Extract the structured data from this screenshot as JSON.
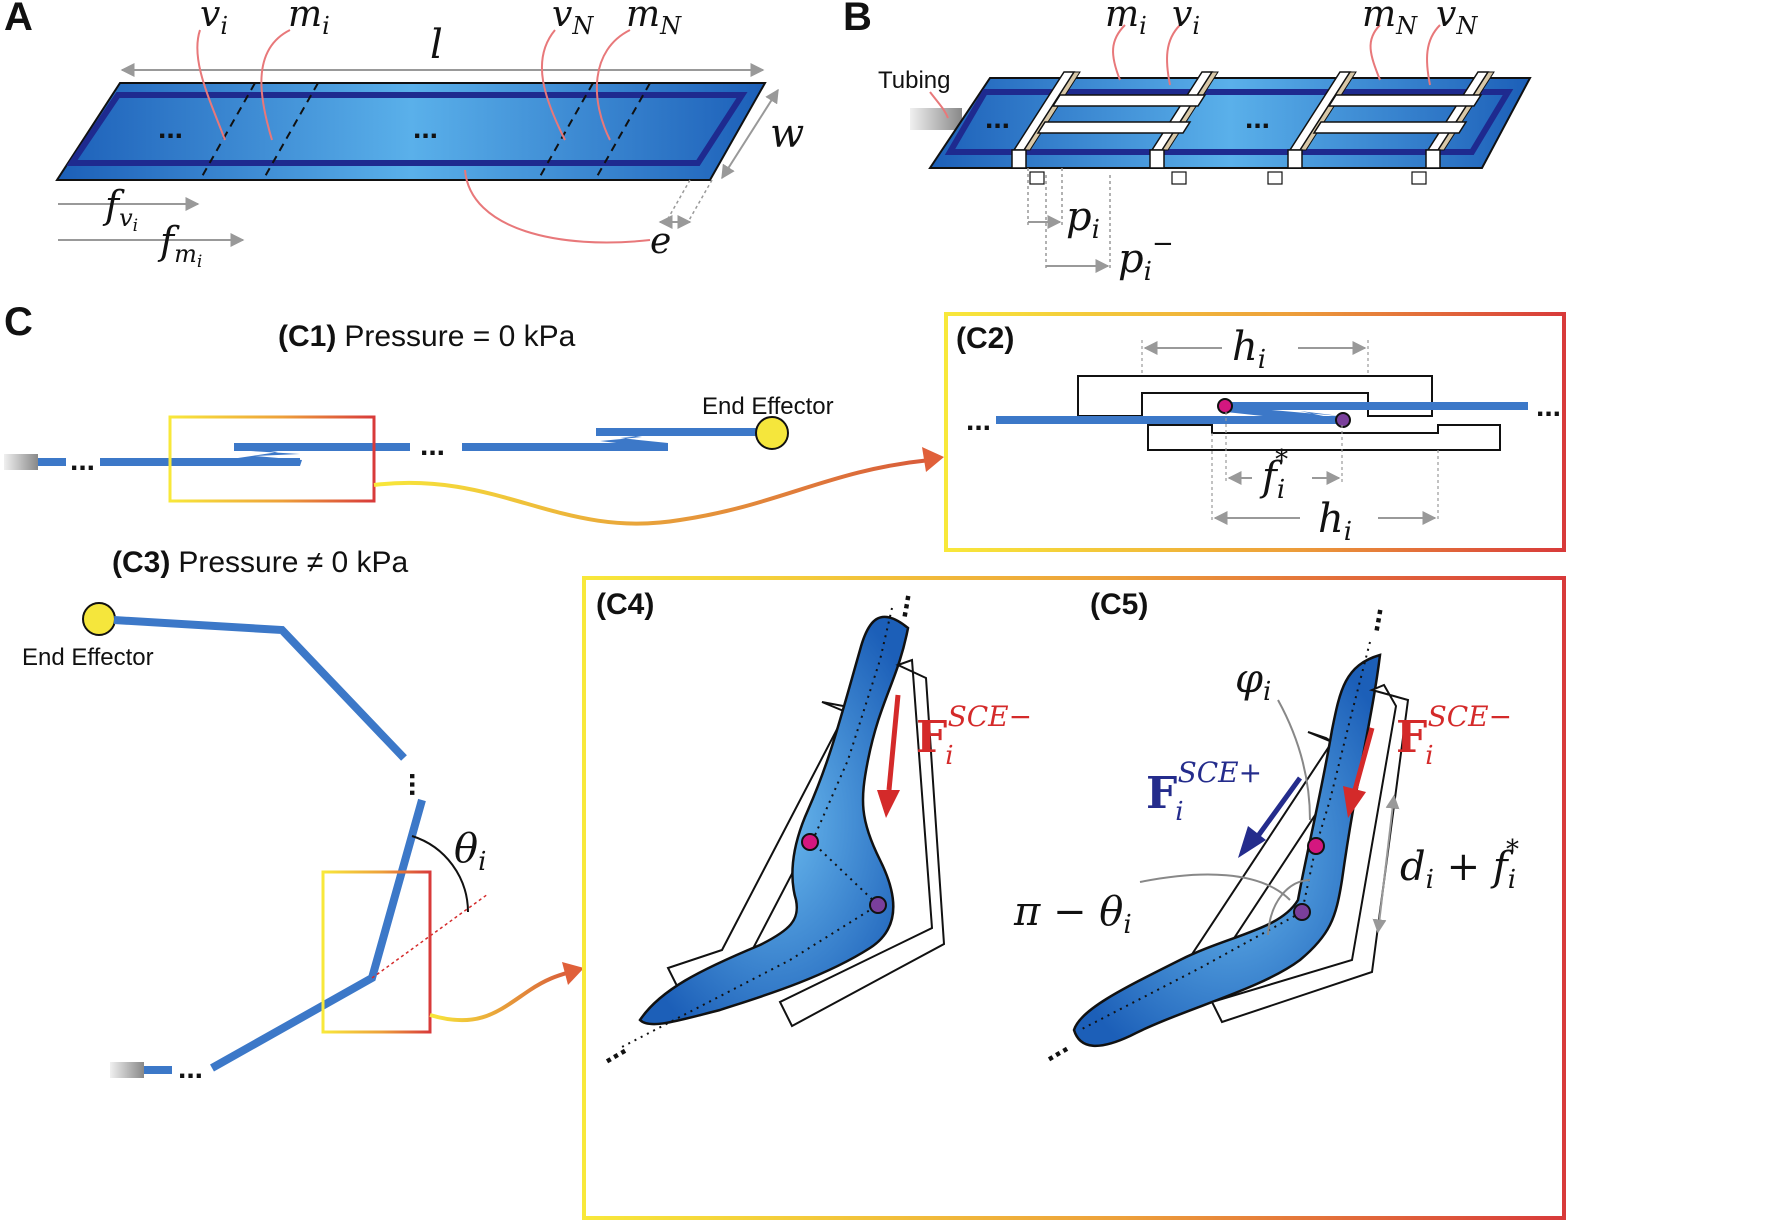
{
  "panels": {
    "a": "A",
    "b": "B",
    "c": "C"
  },
  "panel_a": {
    "v_i": "v",
    "v_i_sub": "i",
    "m_i": "m",
    "m_i_sub": "i",
    "v_N": "v",
    "v_N_sub": "N",
    "m_N": "m",
    "m_N_sub": "N",
    "l": "l",
    "w": "w",
    "e": "e",
    "f_v": "f",
    "f_v_sub": "v",
    "f_v_subsub": "i",
    "f_m": "f",
    "f_m_sub": "m",
    "f_m_subsub": "i",
    "dots_left": "...",
    "dots_mid": "..."
  },
  "panel_b": {
    "tubing": "Tubing",
    "m_i": "m",
    "m_i_sub": "i",
    "v_i": "v",
    "v_i_sub": "i",
    "m_N": "m",
    "m_N_sub": "N",
    "v_N": "v",
    "v_N_sub": "N",
    "p_i": "p",
    "p_i_sub": "i",
    "p_i_minus": "p",
    "p_i_minus_sub": "i",
    "p_i_minus_sup": "−",
    "dots_left": "...",
    "dots_mid": "..."
  },
  "panel_c1": {
    "label": "(C1)",
    "text": "Pressure = 0 kPa",
    "end_effector": "End Effector",
    "dots": "..."
  },
  "panel_c2": {
    "label": "(C2)",
    "h_top": "h",
    "h_top_sub": "i",
    "h_bot": "h",
    "h_bot_sub": "i",
    "f_star": "f",
    "f_star_sub": "i",
    "f_star_sup": "*",
    "dots": "..."
  },
  "panel_c3": {
    "label": "(C3)",
    "text": "Pressure ≠ 0 kPa",
    "end_effector": "End Effector",
    "theta": "θ",
    "theta_sub": "i",
    "dots": "..."
  },
  "panel_c4": {
    "label": "(C4)",
    "F": "F",
    "F_sub": "i",
    "F_sup": "SCE−"
  },
  "panel_c5": {
    "label": "(C5)",
    "phi": "φ",
    "phi_sub": "i",
    "F_minus": "F",
    "F_minus_sub": "i",
    "F_minus_sup": "SCE−",
    "F_plus": "F",
    "F_plus_sub": "i",
    "F_plus_sup": "SCE+",
    "pi_theta": "π − θ",
    "pi_theta_sub": "i",
    "d_plus_f": "d",
    "d_sub": "i",
    "plus": " + ",
    "f": "f",
    "f_sub": "i",
    "f_sup": "*"
  },
  "colors": {
    "blue_dark": "#1c5fb8",
    "blue_light": "#58aee8",
    "line_blue": "#3c78c8",
    "navy": "#242c8c",
    "red": "#d42a2a",
    "pink_line": "#e8787a",
    "yellow": "#f5e63c",
    "orange": "#e37a3a",
    "magenta": "#d4177f",
    "purple": "#7a3f9b"
  }
}
